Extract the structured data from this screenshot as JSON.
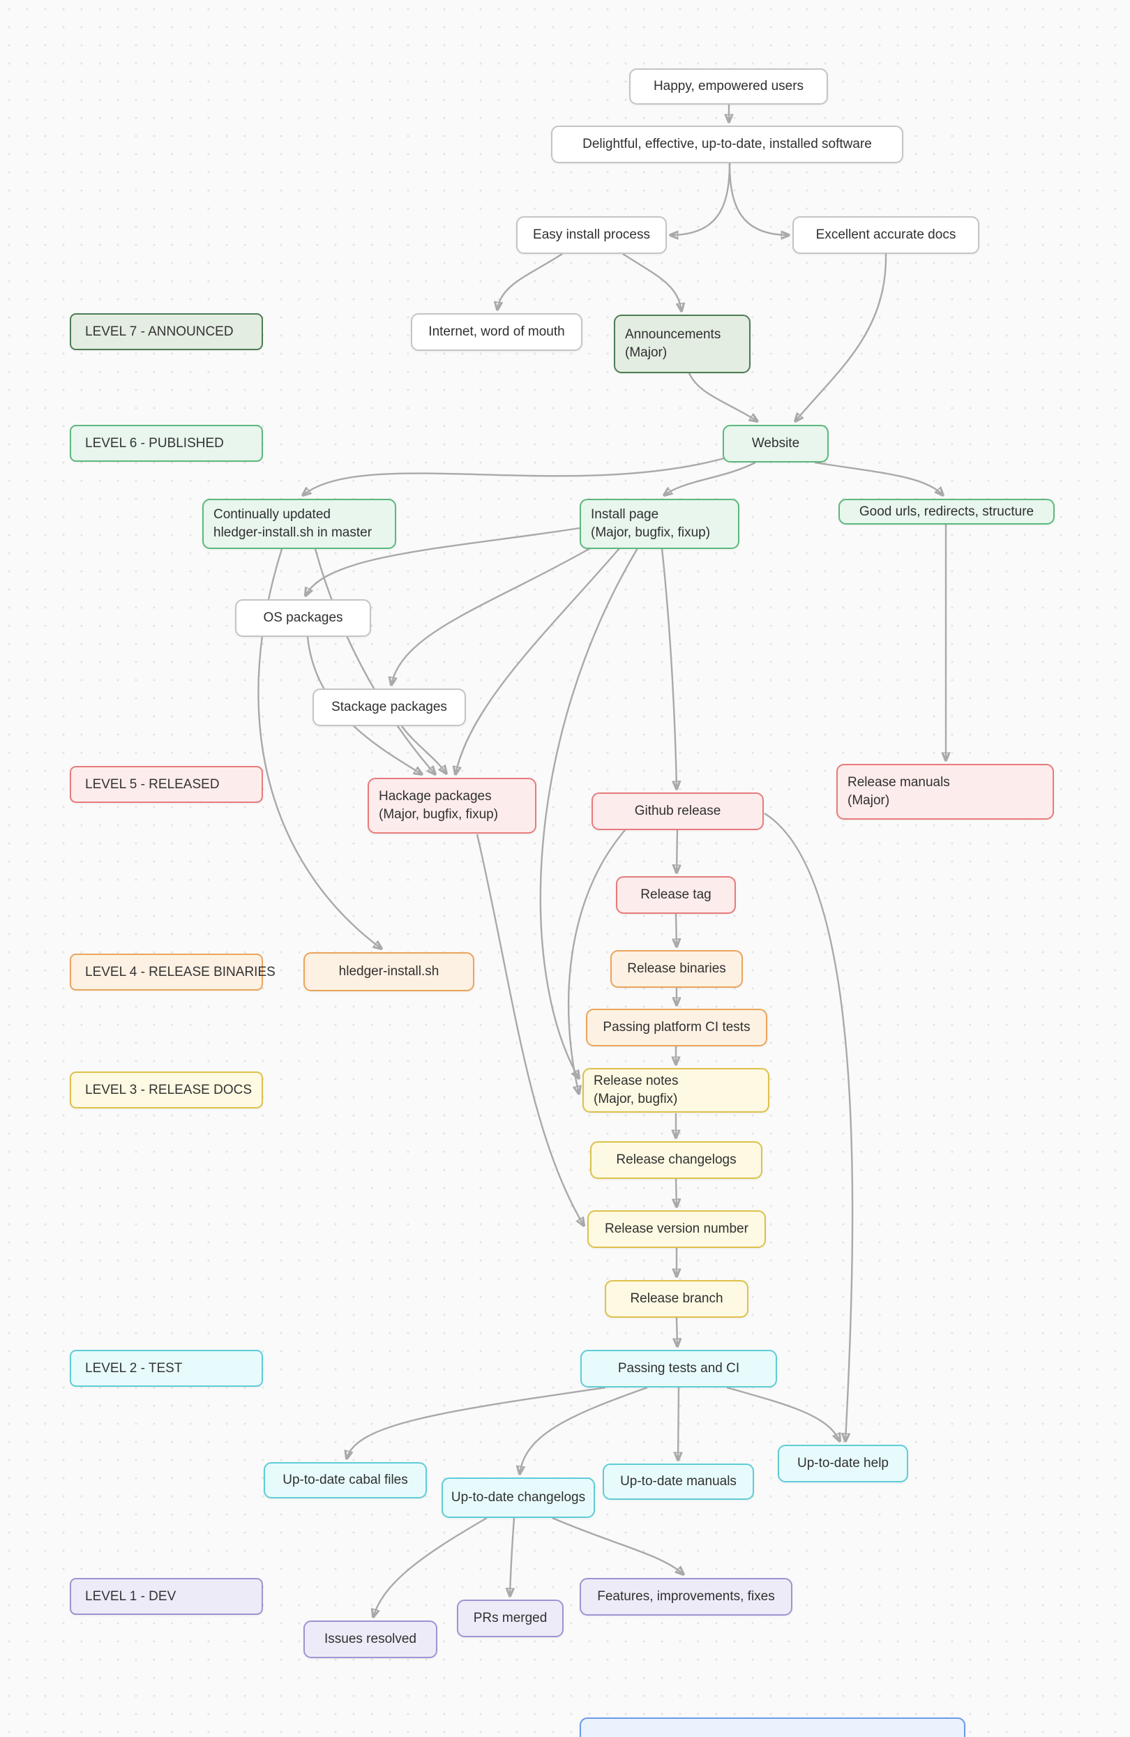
{
  "canvas": {
    "background_color": "#fafafa",
    "dot_color": "#e4e4e4",
    "edge_color": "#a9a9a9"
  },
  "colors": {
    "green_dark": "#4d7c54",
    "green": "#5cb87c",
    "red": "#e77b7b",
    "orange": "#eba45b",
    "yellow": "#ddc14b",
    "cyan": "#5ecdd6",
    "purple": "#9f93d2",
    "blue": "#6a9ae8",
    "white_node_border": "#c4c4c4"
  },
  "levels": [
    {
      "label": "LEVEL 7 - ANNOUNCED",
      "theme": "green-dark"
    },
    {
      "label": "LEVEL 6 - PUBLISHED",
      "theme": "green"
    },
    {
      "label": "LEVEL 5 - RELEASED",
      "theme": "red"
    },
    {
      "label": "LEVEL 4 - RELEASE BINARIES",
      "theme": "orange"
    },
    {
      "label": "LEVEL 3 - RELEASE DOCS",
      "theme": "yellow"
    },
    {
      "label": "LEVEL 2 - TEST",
      "theme": "cyan"
    },
    {
      "label": "LEVEL 1 - DEV",
      "theme": "purple"
    }
  ],
  "nodes": [
    {
      "id": "happy-users",
      "text": "Happy, empowered users",
      "theme": "white"
    },
    {
      "id": "delightful-software",
      "text": "Delightful, effective, up-to-date, installed software",
      "theme": "white"
    },
    {
      "id": "easy-install",
      "text": "Easy install process",
      "theme": "white"
    },
    {
      "id": "excellent-docs",
      "text": "Excellent accurate docs",
      "theme": "white"
    },
    {
      "id": "internet-word-of-mouth",
      "text": "Internet, word of mouth",
      "theme": "white"
    },
    {
      "id": "announcements",
      "text": "Announcements",
      "subtext": "(Major)",
      "theme": "green-dark"
    },
    {
      "id": "website",
      "text": "Website",
      "theme": "green"
    },
    {
      "id": "continually-updated-install-script",
      "text": "Continually updated",
      "subtext": "hledger-install.sh in master",
      "theme": "green"
    },
    {
      "id": "install-page",
      "text": "Install page",
      "subtext": "(Major, bugfix, fixup)",
      "theme": "green"
    },
    {
      "id": "good-urls",
      "text": "Good urls, redirects, structure",
      "theme": "green"
    },
    {
      "id": "os-packages",
      "text": "OS packages",
      "theme": "white"
    },
    {
      "id": "stackage-packages",
      "text": "Stackage packages",
      "theme": "white"
    },
    {
      "id": "hackage-packages",
      "text": "Hackage packages",
      "subtext": "(Major, bugfix, fixup)",
      "theme": "red"
    },
    {
      "id": "github-release",
      "text": "Github release",
      "theme": "red"
    },
    {
      "id": "release-manuals",
      "text": "Release manuals",
      "subtext": "(Major)",
      "theme": "red"
    },
    {
      "id": "release-tag",
      "text": "Release tag",
      "theme": "red"
    },
    {
      "id": "hledger-install-sh",
      "text": "hledger-install.sh",
      "theme": "orange"
    },
    {
      "id": "release-binaries",
      "text": "Release binaries",
      "theme": "orange"
    },
    {
      "id": "passing-platform-ci-tests",
      "text": "Passing platform CI tests",
      "theme": "orange"
    },
    {
      "id": "release-notes",
      "text": "Release notes",
      "subtext": "(Major, bugfix)",
      "theme": "yellow"
    },
    {
      "id": "release-changelogs",
      "text": "Release changelogs",
      "theme": "yellow"
    },
    {
      "id": "release-version-number",
      "text": "Release version number",
      "theme": "yellow"
    },
    {
      "id": "release-branch",
      "text": "Release branch",
      "theme": "yellow"
    },
    {
      "id": "passing-tests-and-ci",
      "text": "Passing tests and CI",
      "theme": "cyan"
    },
    {
      "id": "up-to-date-cabal-files",
      "text": "Up-to-date cabal files",
      "theme": "cyan"
    },
    {
      "id": "up-to-date-changelogs",
      "text": "Up-to-date changelogs",
      "theme": "cyan"
    },
    {
      "id": "up-to-date-manuals",
      "text": "Up-to-date manuals",
      "theme": "cyan"
    },
    {
      "id": "up-to-date-help",
      "text": "Up-to-date help",
      "theme": "cyan"
    },
    {
      "id": "features-improvements-fixes",
      "text": "Features, improvements, fixes",
      "theme": "purple"
    },
    {
      "id": "prs-merged",
      "text": "PRs merged",
      "theme": "purple"
    },
    {
      "id": "issues-resolved",
      "text": "Issues resolved",
      "theme": "purple"
    },
    {
      "id": "partial-bottom-node",
      "text": "",
      "theme": "blue"
    }
  ],
  "edges": [
    {
      "from": "happy-users",
      "to": "delightful-software"
    },
    {
      "from": "delightful-software",
      "to": "easy-install"
    },
    {
      "from": "delightful-software",
      "to": "excellent-docs"
    },
    {
      "from": "easy-install",
      "to": "internet-word-of-mouth"
    },
    {
      "from": "easy-install",
      "to": "announcements"
    },
    {
      "from": "excellent-docs",
      "to": "website"
    },
    {
      "from": "announcements",
      "to": "website"
    },
    {
      "from": "website",
      "to": "continually-updated-install-script"
    },
    {
      "from": "website",
      "to": "install-page"
    },
    {
      "from": "website",
      "to": "good-urls"
    },
    {
      "from": "good-urls",
      "to": "release-manuals"
    },
    {
      "from": "install-page",
      "to": "os-packages"
    },
    {
      "from": "install-page",
      "to": "stackage-packages"
    },
    {
      "from": "install-page",
      "to": "hackage-packages"
    },
    {
      "from": "install-page",
      "to": "github-release"
    },
    {
      "from": "install-page",
      "to": "release-notes"
    },
    {
      "from": "continually-updated-install-script",
      "to": "hledger-install-sh"
    },
    {
      "from": "continually-updated-install-script",
      "to": "hackage-packages"
    },
    {
      "from": "os-packages",
      "to": "hackage-packages"
    },
    {
      "from": "stackage-packages",
      "to": "hackage-packages"
    },
    {
      "from": "github-release",
      "to": "release-tag"
    },
    {
      "from": "release-tag",
      "to": "release-binaries"
    },
    {
      "from": "release-binaries",
      "to": "passing-platform-ci-tests"
    },
    {
      "from": "passing-platform-ci-tests",
      "to": "release-notes"
    },
    {
      "from": "release-notes",
      "to": "release-changelogs"
    },
    {
      "from": "release-changelogs",
      "to": "release-version-number"
    },
    {
      "from": "release-version-number",
      "to": "release-branch"
    },
    {
      "from": "release-branch",
      "to": "passing-tests-and-ci"
    },
    {
      "from": "passing-tests-and-ci",
      "to": "up-to-date-cabal-files"
    },
    {
      "from": "passing-tests-and-ci",
      "to": "up-to-date-changelogs"
    },
    {
      "from": "passing-tests-and-ci",
      "to": "up-to-date-manuals"
    },
    {
      "from": "passing-tests-and-ci",
      "to": "up-to-date-help"
    },
    {
      "from": "github-release",
      "to": "up-to-date-help"
    },
    {
      "from": "github-release",
      "to": "release-notes"
    },
    {
      "from": "hackage-packages",
      "to": "release-version-number"
    },
    {
      "from": "up-to-date-changelogs",
      "to": "prs-merged"
    },
    {
      "from": "up-to-date-changelogs",
      "to": "issues-resolved"
    },
    {
      "from": "up-to-date-changelogs",
      "to": "features-improvements-fixes"
    }
  ]
}
